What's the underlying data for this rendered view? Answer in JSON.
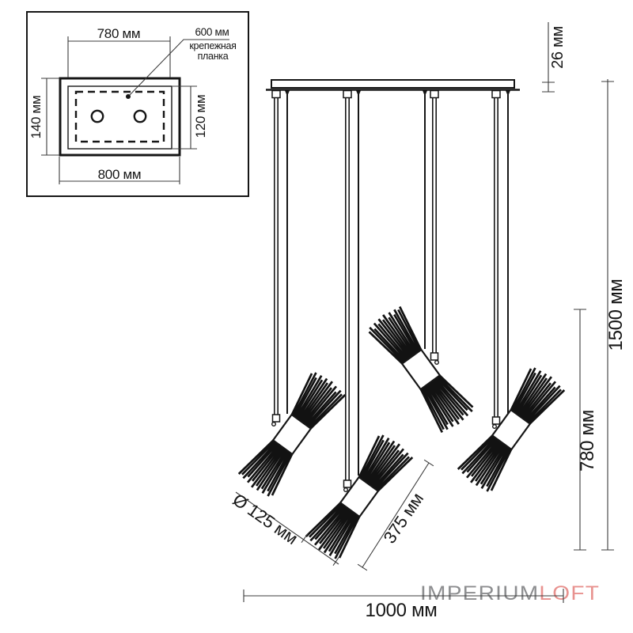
{
  "inset": {
    "dim_width_top": "780 мм",
    "dim_bracket": "600 мм",
    "bracket_label_line1": "крепежная",
    "bracket_label_line2": "планка",
    "dim_height_left": "140 мм",
    "dim_height_right": "120 мм",
    "dim_width_bottom": "800 мм"
  },
  "main": {
    "dim_bar_height": "26 мм",
    "dim_total_height": "1500 мм",
    "dim_pendant_drop": "780 мм",
    "dim_bar_width": "1000 мм",
    "dim_shade_diameter": "Ø 125 мм",
    "dim_shade_length": "375 мм"
  },
  "logo": {
    "brand_gray": "IMPERIUM",
    "brand_pink": "LOFT"
  },
  "colors": {
    "drawing_line": "#161616",
    "logo_gray": "#8d8e90",
    "logo_pink": "#e8928f",
    "background": "#ffffff"
  }
}
